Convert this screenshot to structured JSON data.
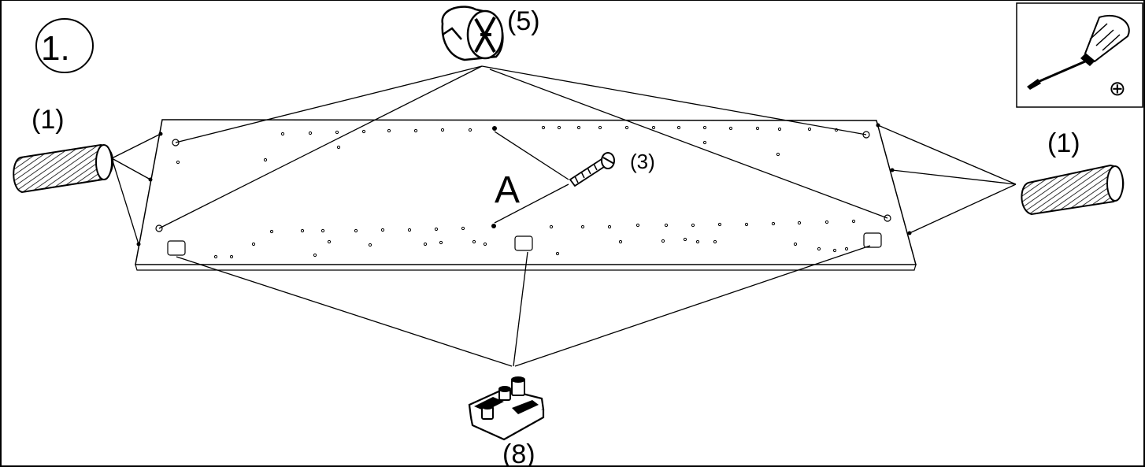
{
  "step": {
    "number": "1."
  },
  "panel": {
    "label": "A"
  },
  "parts": {
    "cam_lock": {
      "label": "(5)",
      "icon": "cam-lock-icon"
    },
    "dowel_left": {
      "label": "(1)",
      "icon": "wooden-dowel-icon"
    },
    "dowel_right": {
      "label": "(1)",
      "icon": "wooden-dowel-icon"
    },
    "cam_bolt": {
      "label": "(3)",
      "icon": "cam-bolt-icon"
    },
    "hinge_plate": {
      "label": "(8)",
      "icon": "hinge-mounting-plate-icon"
    }
  },
  "tools": {
    "screwdriver": {
      "icon": "screwdriver-icon",
      "head": "⊕"
    }
  }
}
